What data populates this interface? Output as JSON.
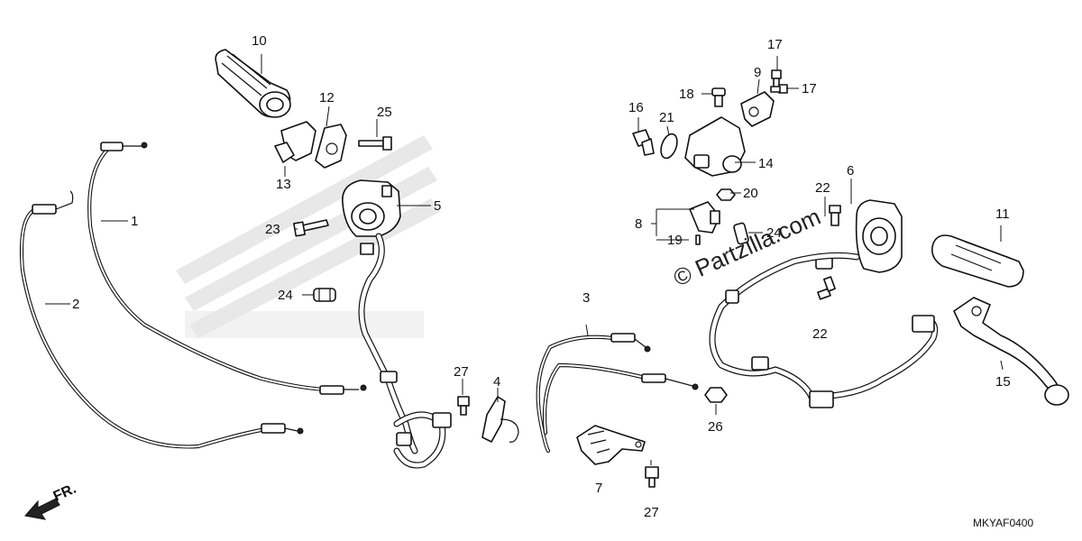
{
  "diagram": {
    "callouts": {
      "c1": "1",
      "c2": "2",
      "c3": "3",
      "c4": "4",
      "c5": "5",
      "c6": "6",
      "c7": "7",
      "c8": "8",
      "c9": "9",
      "c10": "10",
      "c11": "11",
      "c12": "12",
      "c13": "13",
      "c14": "14",
      "c15": "15",
      "c16": "16",
      "c17a": "17",
      "c17b": "17",
      "c18": "18",
      "c19": "19",
      "c20": "20",
      "c21": "21",
      "c22a": "22",
      "c22b": "22",
      "c23": "23",
      "c24a": "24",
      "c24b": "24",
      "c25": "25",
      "c26": "26",
      "c27a": "27",
      "c27b": "27"
    },
    "direction_label": "FR.",
    "drawing_code": "MKYAF0400",
    "watermark": "© Partzilla.com",
    "colors": {
      "line": "#111111",
      "background": "#ffffff",
      "ghost_logo": "#e6e6e6"
    }
  }
}
